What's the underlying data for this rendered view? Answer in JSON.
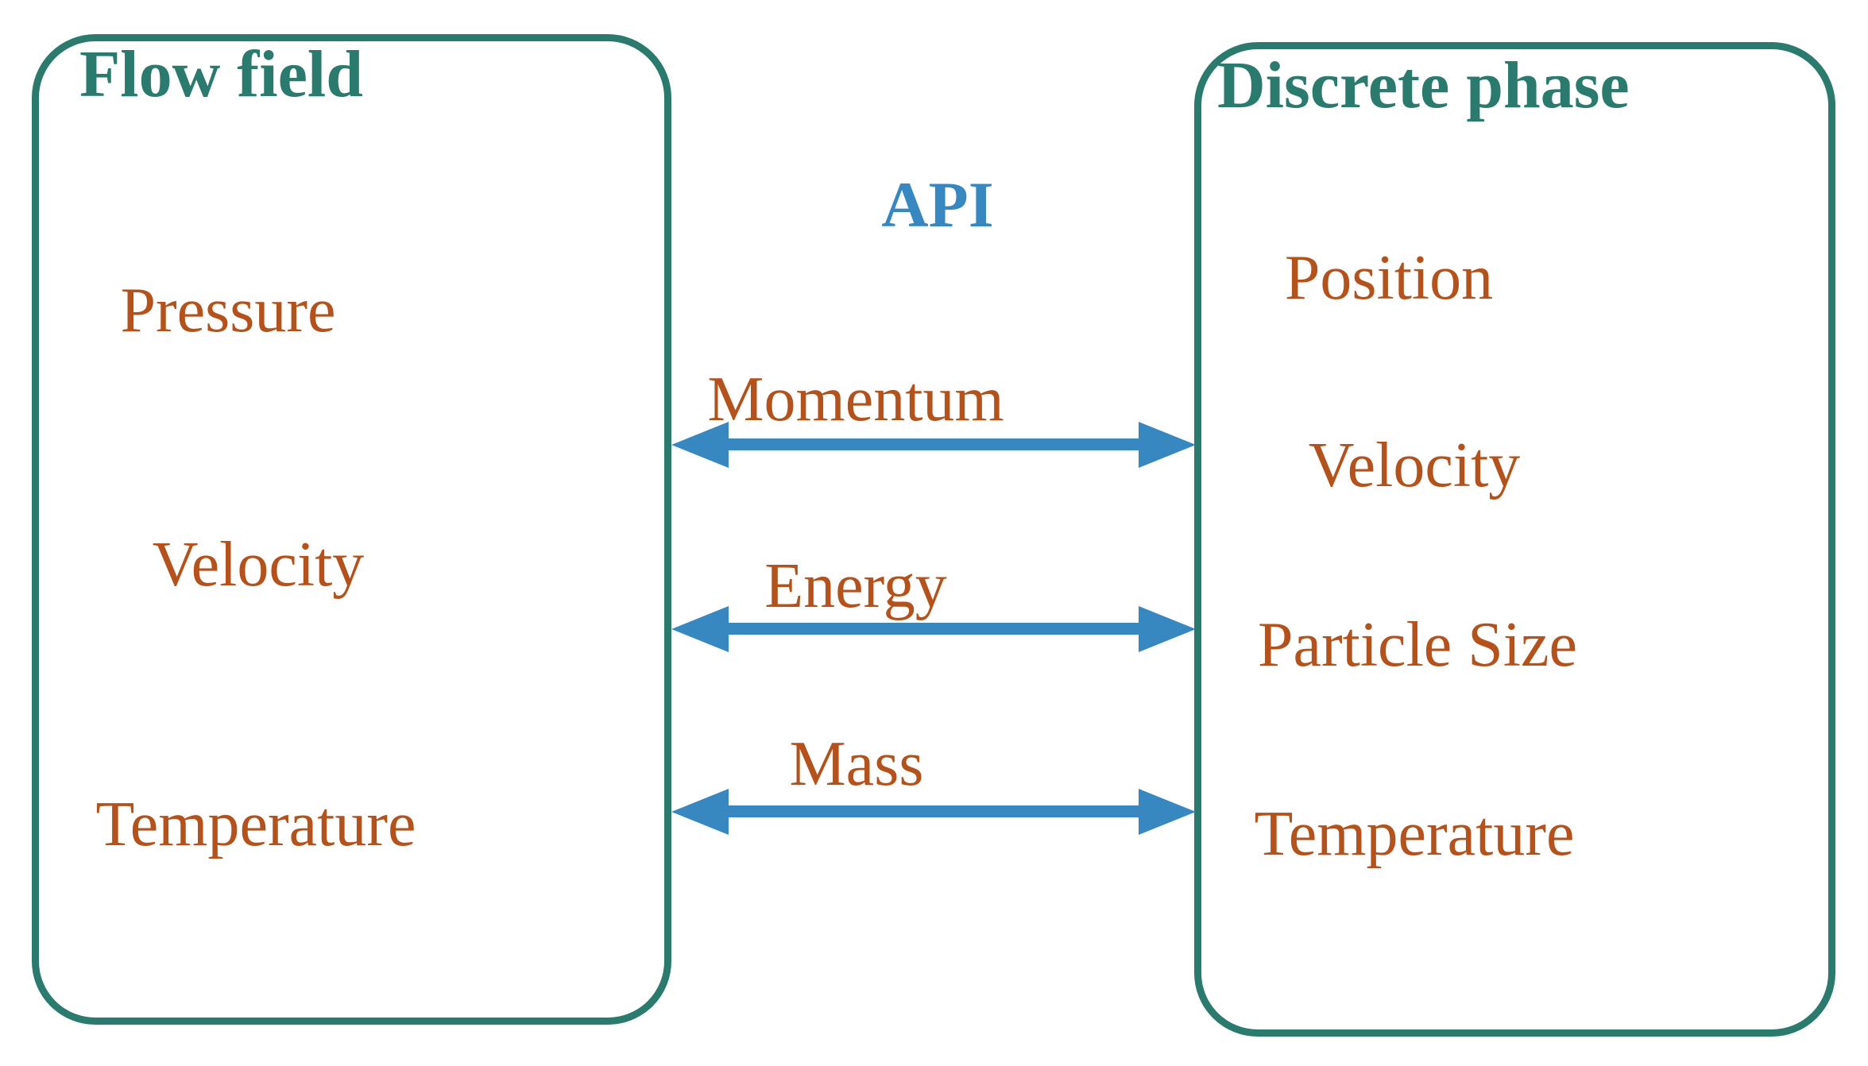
{
  "colors": {
    "teal": "#2A7A6E",
    "orange": "#B5521C",
    "blue": "#3787C1"
  },
  "left_box": {
    "title": "Flow field",
    "items": [
      "Pressure",
      "Velocity",
      "Temperature"
    ]
  },
  "right_box": {
    "title": "Discrete phase",
    "items": [
      "Position",
      "Velocity",
      "Particle Size",
      "Temperature"
    ]
  },
  "interface": {
    "label": "API",
    "links": [
      {
        "label": "Momentum"
      },
      {
        "label": "Energy"
      },
      {
        "label": "Mass"
      }
    ]
  }
}
